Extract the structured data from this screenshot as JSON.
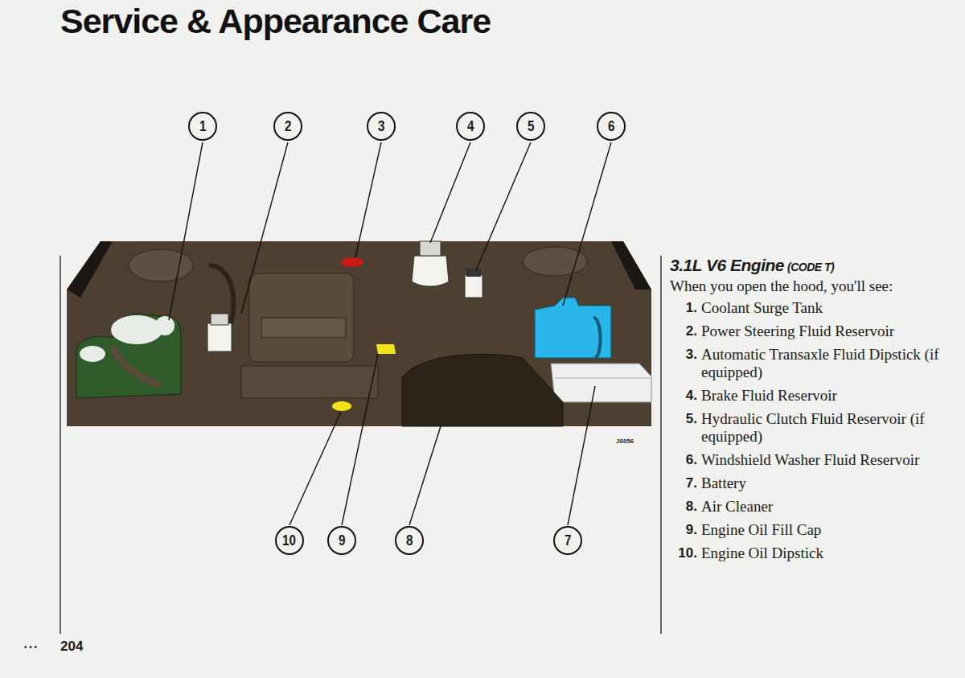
{
  "diagram": {
    "title": "Service & Appearance Care",
    "nodes": [
      {
        "text": [
          "1"
        ]
      },
      {
        "text": [
          "2"
        ]
      },
      {
        "text": [
          "3"
        ]
      },
      {
        "text": [
          "4"
        ]
      },
      {
        "text": [
          "5"
        ]
      },
      {
        "text": [
          "6"
        ]
      },
      {
        "text": [
          "10"
        ]
      },
      {
        "text": [
          "9"
        ]
      },
      {
        "text": [
          "8"
        ]
      },
      {
        "text": [
          "7"
        ]
      }
    ],
    "labels": [
      "3.1L V6 Engine",
      "(CODE T)",
      "When you open the hood, you'll see:",
      "1.",
      "Coolant Surge Tank",
      "2.",
      "Power Steering Fluid Reservoir",
      "3.",
      "Automatic Transaxle Fluid Dipstick (if equipped)",
      "4.",
      "Brake Fluid Reservoir",
      "5.",
      "Hydraulic Clutch Fluid Reservoir (if equipped)",
      "6.",
      "Windshield Washer Fluid Reservoir",
      "7.",
      "Battery",
      "8.",
      "Air Cleaner",
      "9.",
      "Engine Oil Fill Cap",
      "10.",
      "Engine Oil Dipstick",
      "J6056",
      "• • •",
      "204"
    ]
  }
}
